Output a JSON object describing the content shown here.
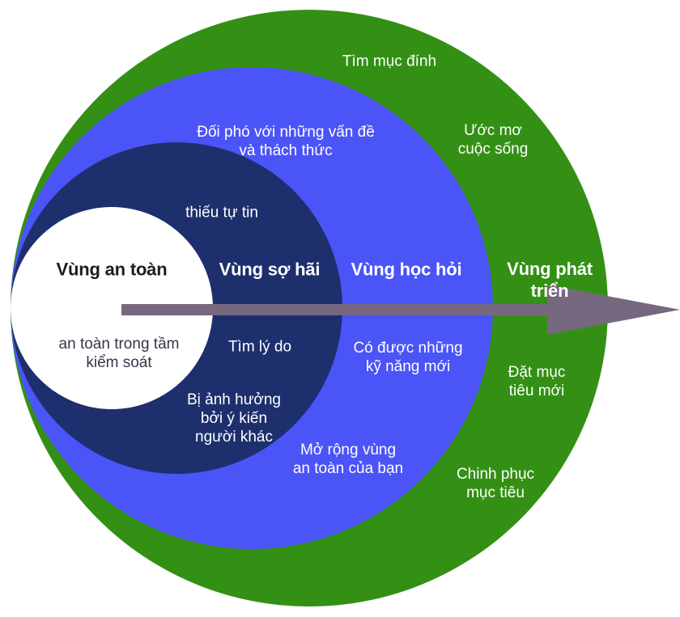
{
  "diagram": {
    "title_concept": "Comfort zone model",
    "colors": {
      "growth_zone": "#339014",
      "learning_zone": "#4b54f6",
      "fear_zone": "#1e2f6e",
      "comfort_zone": "#ffffff",
      "arrow": "#76687f",
      "background": "#ffffff",
      "text_on_white": "#3b3348",
      "text_on_fill": "#ffffff",
      "title_dark": "#1d1d1d"
    },
    "zones": [
      {
        "id": "comfort",
        "title": "Vùng an toàn",
        "title_color": "dark",
        "items": [
          "an toàn trong tầm\nkiểm soát"
        ]
      },
      {
        "id": "fear",
        "title": "Vùng sợ hãi",
        "title_color": "light",
        "items": [
          "thiếu tự tin",
          "Tìm lý do",
          "Bị ảnh hưởng\nbởi ý kiến\nngười khác"
        ]
      },
      {
        "id": "learning",
        "title": "Vùng học hỏi",
        "title_color": "light",
        "items": [
          "Đối phó với những vấn đề\nvà thách thức",
          "Có được những\nkỹ năng mới",
          "Mở rộng vùng\nan toàn của bạn"
        ]
      },
      {
        "id": "growth",
        "title": "Vùng phát\ntriển",
        "title_color": "light",
        "items": [
          "Tìm mục đính",
          "Ước mơ\ncuộc sống",
          "Đặt mục\ntiêu mới",
          "Chinh phục\nmục tiêu"
        ]
      }
    ],
    "arrow": {
      "name": "progress-arrow",
      "direction": "right"
    }
  }
}
